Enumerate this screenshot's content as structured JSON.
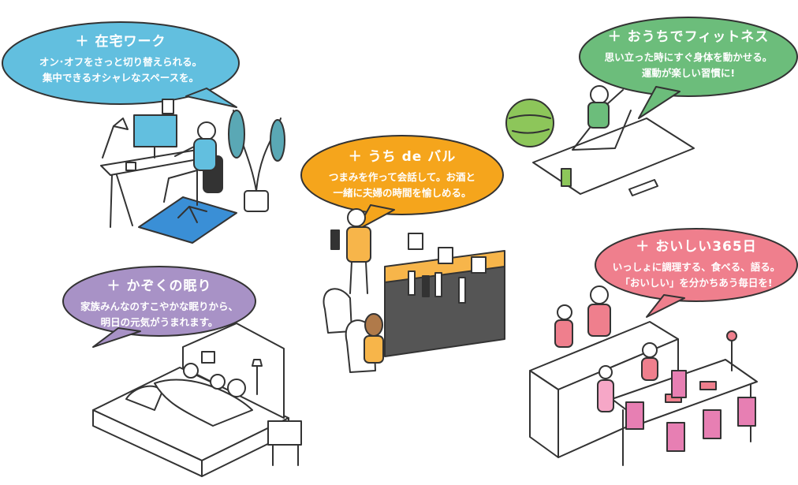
{
  "colors": {
    "work": "#62bfdf",
    "fitness": "#6cbd7b",
    "bar": "#f5a51c",
    "sleep": "#a892c6",
    "eat": "#ef7f8d",
    "outline": "#333333",
    "mat_blue": "#3a8fd6",
    "ball_green": "#8dc65a",
    "chair_pink": "#e77fb3",
    "bar_orange": "#f7b54a"
  },
  "bubbles": {
    "work": {
      "title": "＋ 在宅ワーク",
      "line1": "オン･オフをさっと切り替えられる。",
      "line2": "集中できるオシャレなスペースを。"
    },
    "fitness": {
      "title": "＋ おうちでフィットネス",
      "line1": "思い立った時にすぐ身体を動かせる。",
      "line2": "運動が楽しい習慣に!"
    },
    "bar": {
      "title": "＋ うち de バル",
      "line1": "つまみを作って会話して。お酒と",
      "line2": "一緒に夫婦の時間を愉しめる。"
    },
    "sleep": {
      "title": "＋ かぞくの眠り",
      "line1": "家族みんなのすこやかな眠りから、",
      "line2": "明日の元気がうまれます。"
    },
    "eat": {
      "title": "＋ おいしい365日",
      "line1": "いっしょに調理する、食べる、語る。",
      "line2": "「おいしい」を分かちあう毎日を!"
    }
  },
  "icons": [
    "speech-bubble-icon",
    "desk-illustration",
    "yoga-illustration",
    "bar-illustration",
    "bed-illustration",
    "kitchen-illustration"
  ]
}
